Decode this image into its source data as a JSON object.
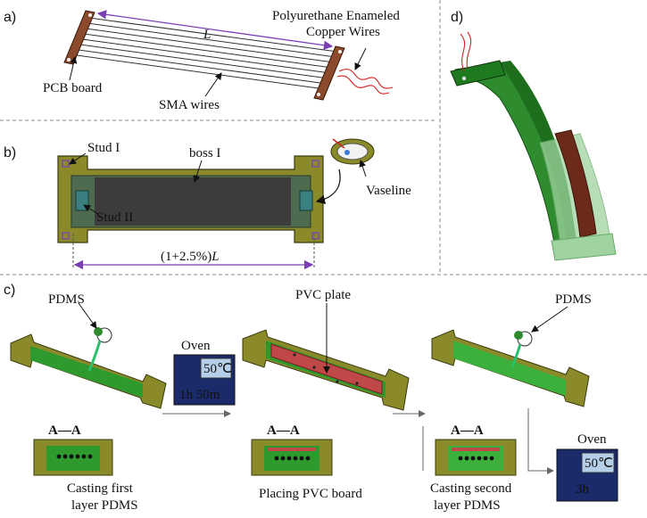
{
  "panels": {
    "a": "a)",
    "b": "b)",
    "c": "c)",
    "d": "d)"
  },
  "panel_a": {
    "length_symbol": "L",
    "pcb_board": "PCB board",
    "sma_wires": "SMA wires",
    "copper_wires_line1": "Polyurethane Enameled",
    "copper_wires_line2": "Copper Wires"
  },
  "panel_b": {
    "stud_1": "Stud I",
    "boss_1": "boss I",
    "stud_2": "Stud II",
    "vaseline": "Vaseline",
    "dimension": "(1+2.5%)",
    "dimension_symbol": "L"
  },
  "panel_c": {
    "pdms_1": "PDMS",
    "pvc_plate": "PVC plate",
    "pdms_2": "PDMS",
    "oven_1": "Oven",
    "oven_1_temp": "50℃",
    "oven_1_time": "1h 50m",
    "oven_2": "Oven",
    "oven_2_temp": "50℃",
    "oven_2_time": "3h",
    "section_1": "A—A",
    "section_2": "A—A",
    "section_3": "A—A",
    "step_1_line1": "Casting first",
    "step_1_line2": "layer PDMS",
    "step_2": "Placing PVC board",
    "step_3_line1": "Casting second",
    "step_3_line2": "layer PDMS"
  },
  "colors": {
    "mold": "#8a8a2a",
    "green": "#2e8b2e",
    "red": "#b04848",
    "dark": "#1a2a6a",
    "accent": "#7b3fb5"
  }
}
